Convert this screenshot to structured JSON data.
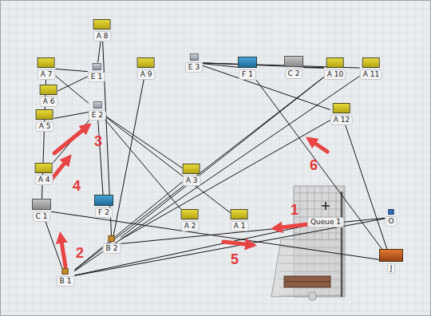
{
  "diagram": {
    "nodes": [
      {
        "text": [
          "A 8"
        ]
      },
      {
        "text": [
          "A 7"
        ]
      },
      {
        "text": [
          "E 1"
        ]
      },
      {
        "text": [
          "A 9"
        ]
      },
      {
        "text": [
          "E 3"
        ]
      },
      {
        "text": [
          "F 1"
        ]
      },
      {
        "text": [
          "C 2"
        ]
      },
      {
        "text": [
          "A 10"
        ]
      },
      {
        "text": [
          "A 11"
        ]
      },
      {
        "text": [
          "A 6"
        ]
      },
      {
        "text": [
          "E 2"
        ]
      },
      {
        "text": [
          "A 5"
        ]
      },
      {
        "text": [
          "A 12"
        ]
      },
      {
        "text": [
          "A 4"
        ]
      },
      {
        "text": [
          "A 3"
        ]
      },
      {
        "text": [
          "C 1"
        ]
      },
      {
        "text": [
          "F 2"
        ]
      },
      {
        "text": [
          "A 2"
        ]
      },
      {
        "text": [
          "A 1"
        ]
      },
      {
        "text": [
          "Queue 1"
        ]
      },
      {
        "text": [
          "O"
        ]
      },
      {
        "text": [
          "B 2"
        ]
      },
      {
        "text": [
          "J"
        ]
      },
      {
        "text": [
          "B 1"
        ]
      }
    ],
    "edges": [
      {
        "from": 0,
        "to": 2,
        "arrow": "none"
      },
      {
        "from": 0,
        "to": 21,
        "arrow": "none"
      },
      {
        "from": 1,
        "to": 2,
        "arrow": "none"
      },
      {
        "from": 1,
        "to": 10,
        "arrow": "none"
      },
      {
        "from": 9,
        "to": 2,
        "arrow": "none"
      },
      {
        "from": 11,
        "to": 10,
        "arrow": "none"
      },
      {
        "from": 13,
        "to": 10,
        "arrow": "none"
      },
      {
        "from": 10,
        "to": 14,
        "arrow": "none"
      },
      {
        "from": 10,
        "to": 17,
        "arrow": "none"
      },
      {
        "from": 10,
        "to": 18,
        "arrow": "none"
      },
      {
        "from": 10,
        "to": 16,
        "arrow": "none"
      },
      {
        "from": 4,
        "to": 5,
        "arrow": "none"
      },
      {
        "from": 4,
        "to": 7,
        "arrow": "none"
      },
      {
        "from": 4,
        "to": 8,
        "arrow": "none"
      },
      {
        "from": 4,
        "to": 12,
        "arrow": "none"
      },
      {
        "from": 3,
        "to": 21,
        "arrow": "none"
      },
      {
        "from": 15,
        "to": 22,
        "arrow": "none"
      },
      {
        "from": 15,
        "to": 23,
        "arrow": "none"
      },
      {
        "from": 15,
        "to": 1,
        "arrow": "none"
      },
      {
        "from": 23,
        "to": 14,
        "arrow": "none"
      },
      {
        "from": 23,
        "to": 7,
        "arrow": "none"
      },
      {
        "from": 23,
        "to": 8,
        "arrow": "none"
      },
      {
        "from": 23,
        "to": 19,
        "arrow": "none"
      },
      {
        "from": 23,
        "to": 20,
        "arrow": "none"
      },
      {
        "from": 21,
        "to": 12,
        "arrow": "none"
      },
      {
        "from": 21,
        "to": 7,
        "arrow": "none"
      },
      {
        "from": 21,
        "to": 20,
        "arrow": "none"
      },
      {
        "from": 5,
        "to": 22,
        "arrow": "none"
      },
      {
        "from": 12,
        "to": 22,
        "arrow": "none"
      },
      {
        "from": 6,
        "to": 7,
        "arrow": "none"
      }
    ],
    "labels": [
      "1",
      "2",
      "3",
      "4",
      "5",
      "6"
    ]
  }
}
